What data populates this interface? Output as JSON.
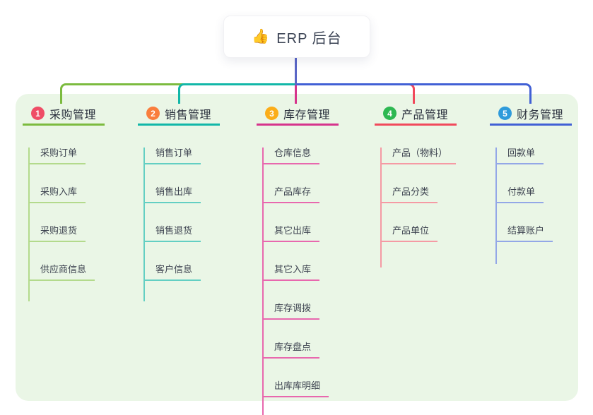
{
  "root": {
    "icon": "👍",
    "title": "ERP 后台"
  },
  "connectors": {
    "root_line_color": "#5a66c6"
  },
  "branches": [
    {
      "num": "1",
      "label": "采购管理",
      "badge_color": "#ef4d66",
      "line_color": "#7cbb3f",
      "light_color": "#b3da8c",
      "items": [
        "采购订单",
        "采购入库",
        "采购退货",
        "供应商信息"
      ]
    },
    {
      "num": "2",
      "label": "销售管理",
      "badge_color": "#f97e3d",
      "line_color": "#12b7a8",
      "light_color": "#63cfc3",
      "items": [
        "销售订单",
        "销售出库",
        "销售退货",
        "客户信息"
      ]
    },
    {
      "num": "3",
      "label": "库存管理",
      "badge_color": "#fbad19",
      "line_color": "#d6348c",
      "light_color": "#e868ae",
      "items": [
        "仓库信息",
        "产品库存",
        "其它出库",
        "其它入库",
        "库存调拨",
        "库存盘点",
        "出库库明细"
      ]
    },
    {
      "num": "4",
      "label": "产品管理",
      "badge_color": "#2eb852",
      "line_color": "#f1495b",
      "light_color": "#f59aa4",
      "items": [
        "产品（物料）",
        "产品分类",
        "产品单位"
      ]
    },
    {
      "num": "5",
      "label": "财务管理",
      "badge_color": "#2e9bdb",
      "line_color": "#4160d5",
      "light_color": "#93a7e7",
      "items": [
        "回款单",
        "付款单",
        "结算账户"
      ]
    }
  ]
}
